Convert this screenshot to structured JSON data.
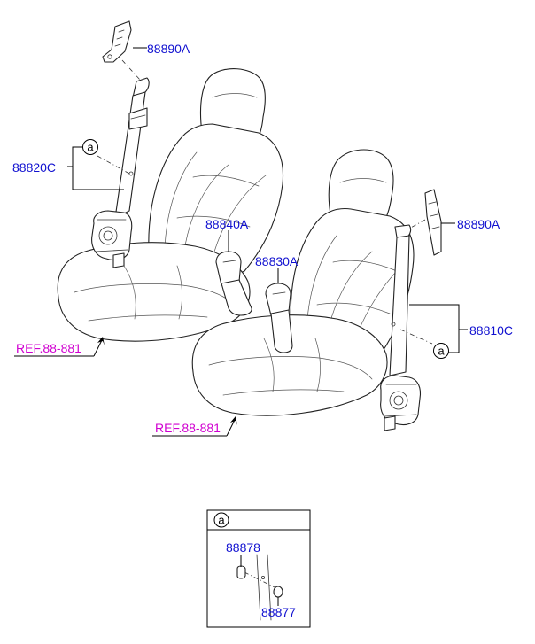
{
  "labels": {
    "anchor_upper_left": "88890A",
    "belt_assembly_left": "88820C",
    "buckle_left": "88840A",
    "buckle_right": "88830A",
    "anchor_upper_right": "88890A",
    "belt_assembly_right": "88810C",
    "ref_left": "REF.88-881",
    "ref_right": "REF.88-881",
    "detail_part_upper": "88878",
    "detail_part_lower": "88877"
  },
  "callouts": {
    "left": "a",
    "right": "a",
    "detail_header": "a"
  },
  "colors": {
    "part_label": "#1010d0",
    "ref_label": "#d000d0",
    "line": "#222222"
  }
}
